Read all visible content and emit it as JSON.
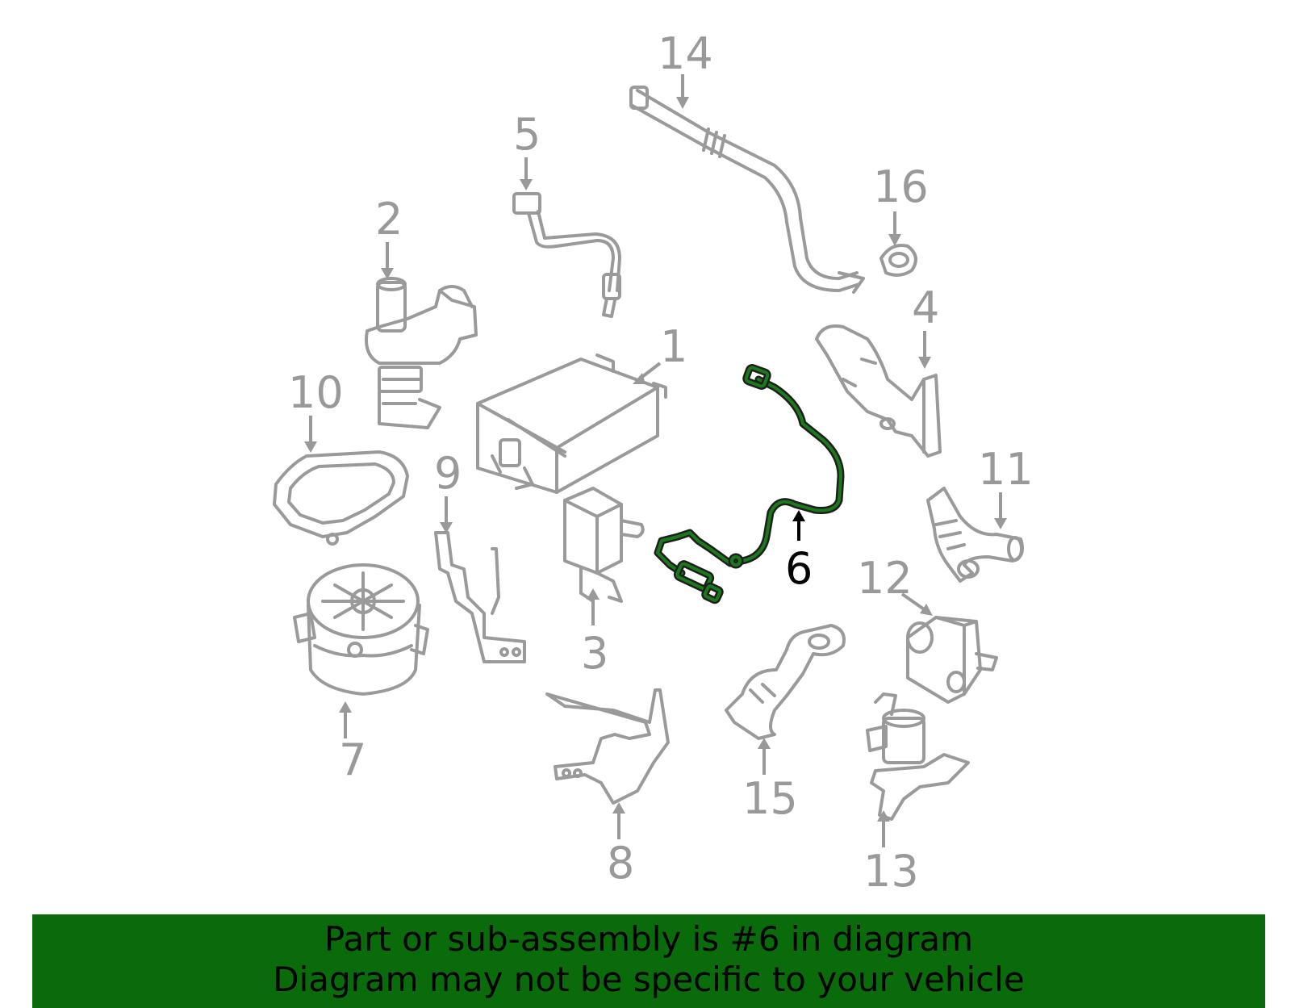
{
  "diagram": {
    "callouts": {
      "c1": "1",
      "c2": "2",
      "c3": "3",
      "c4": "4",
      "c5": "5",
      "c6": "6",
      "c7": "7",
      "c8": "8",
      "c9": "9",
      "c10": "10",
      "c11": "11",
      "c12": "12",
      "c13": "13",
      "c14": "14",
      "c15": "15",
      "c16": "16"
    },
    "highlighted_part": "6"
  },
  "colors": {
    "banner_bg": "#0a6b0a",
    "highlight": "#1a7a1a",
    "part_line": "#9a9a9a"
  },
  "banner": {
    "line1": "Part or sub-assembly is #6 in diagram",
    "line2": "Diagram may not be specific to your vehicle"
  }
}
